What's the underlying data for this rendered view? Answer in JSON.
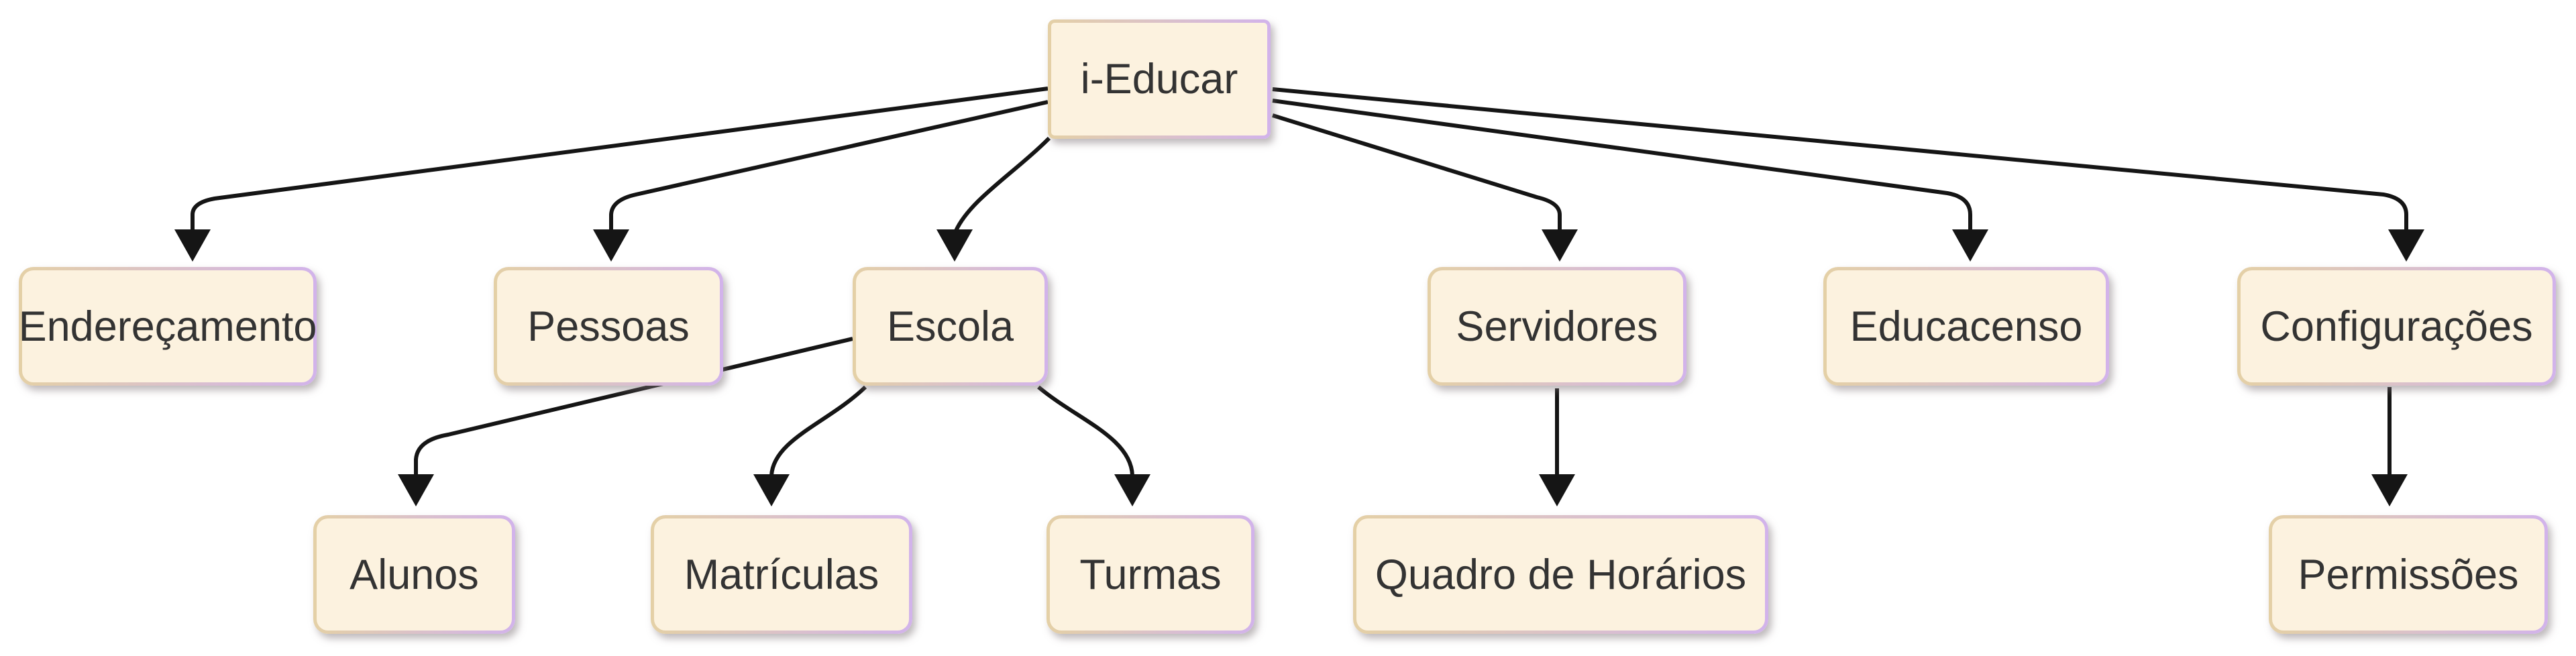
{
  "nodes": {
    "root": {
      "label": "i-Educar"
    },
    "enderecamento": {
      "label": "Endereçamento"
    },
    "pessoas": {
      "label": "Pessoas"
    },
    "escola": {
      "label": "Escola"
    },
    "servidores": {
      "label": "Servidores"
    },
    "educacenso": {
      "label": "Educacenso"
    },
    "configuracoes": {
      "label": "Configurações"
    },
    "alunos": {
      "label": "Alunos"
    },
    "matriculas": {
      "label": "Matrículas"
    },
    "turmas": {
      "label": "Turmas"
    },
    "quadro": {
      "label": "Quadro de Horários"
    },
    "permissoes": {
      "label": "Permissões"
    }
  },
  "edges": [
    {
      "from": "i-Educar",
      "to": "Endereçamento"
    },
    {
      "from": "i-Educar",
      "to": "Pessoas"
    },
    {
      "from": "i-Educar",
      "to": "Escola"
    },
    {
      "from": "i-Educar",
      "to": "Servidores"
    },
    {
      "from": "i-Educar",
      "to": "Educacenso"
    },
    {
      "from": "i-Educar",
      "to": "Configurações"
    },
    {
      "from": "Escola",
      "to": "Alunos"
    },
    {
      "from": "Escola",
      "to": "Matrículas"
    },
    {
      "from": "Escola",
      "to": "Turmas"
    },
    {
      "from": "Servidores",
      "to": "Quadro de Horários"
    },
    {
      "from": "Configurações",
      "to": "Permissões"
    }
  ],
  "colors": {
    "node-fill": "#FCF2DF",
    "border-start": "#E4D0A6",
    "border-end": "#D2B3EB",
    "arrow": "#151515",
    "text": "#333333",
    "background": "#FFFFFF"
  }
}
